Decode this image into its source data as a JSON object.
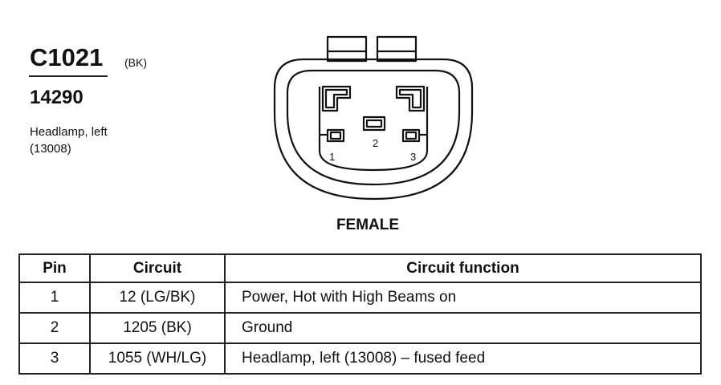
{
  "connector": {
    "id": "C1021",
    "color": "(BK)",
    "part_number": "14290",
    "description": "Headlamp, left",
    "description_code": "(13008)",
    "gender": "FEMALE",
    "pin_labels": [
      "1",
      "2",
      "3"
    ]
  },
  "table": {
    "headers": {
      "pin": "Pin",
      "circuit": "Circuit",
      "function": "Circuit function"
    },
    "rows": [
      {
        "pin": "1",
        "circuit": "12 (LG/BK)",
        "function": "Power, Hot with High Beams on"
      },
      {
        "pin": "2",
        "circuit": "1205 (BK)",
        "function": "Ground"
      },
      {
        "pin": "3",
        "circuit": "1055 (WH/LG)",
        "function": "Headlamp, left (13008) – fused feed"
      }
    ]
  }
}
